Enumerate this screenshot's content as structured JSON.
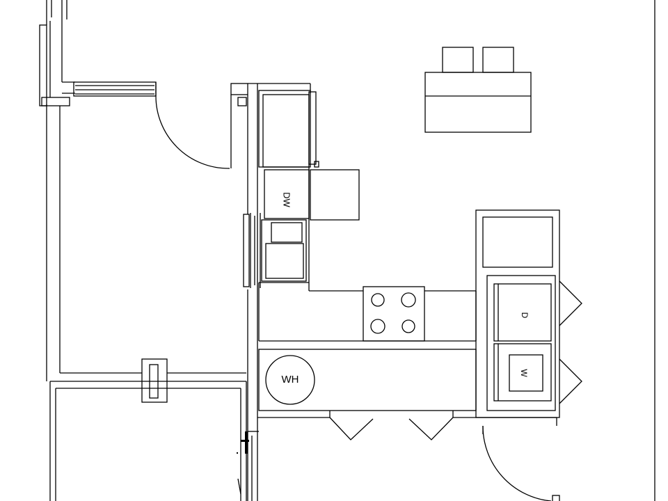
{
  "labels": {
    "dishwasher": "DW",
    "water_heater": "WH",
    "dryer": "D",
    "washer": "W"
  },
  "colors": {
    "line": "#000000",
    "background": "#ffffff"
  }
}
